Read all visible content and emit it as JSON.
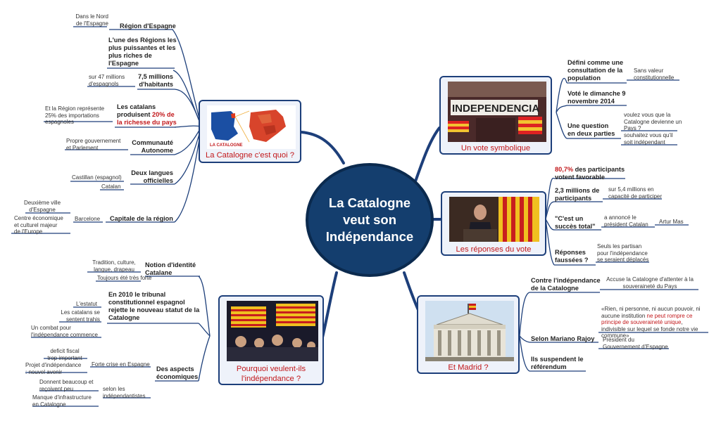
{
  "central": {
    "title": "La Catalogne\nveut son\nIndépendance"
  },
  "catalogne": {
    "caption": "La Catalogne c'est quoi ?",
    "map_label": "LA CATALOGNE",
    "region": "Région d'Espagne",
    "region_detail": "Dans le Nord\nde l'Espagne",
    "puissante": "L'une des Régions les\nplus puissantes et les\nplus riches de\nl'Espagne",
    "habitants": "7,5 millions\nd'habitants",
    "habitants_detail": "sur 47 millions\nd'espagnols",
    "richesse_a": "Les catalans\nproduisent ",
    "richesse_b": "20% de\nla richesse du pays",
    "richesse_detail": "Et la Région représente\n25% des importations\nespagnoles",
    "communaute": "Communauté\nAutonome",
    "communaute_detail": "Propre gouvernement\net Parlement",
    "langues": "Deux langues\nofficielles",
    "langue1": "Castillan (espagnol)",
    "langue2": "Catalan",
    "capitale": "Capitale de la région",
    "barcelone": "Barcelone",
    "barcelone_1": "Deuxième ville\nd'Espagne",
    "barcelone_2": "Centre économique\net culturel majeur\nde l'Europe"
  },
  "pourquoi": {
    "caption": "Pourquoi veulent-ils\nl'indépendance ?",
    "identite": "Notion d'identité\nCatalane",
    "identite_1": "Tradition, culture,\nlangue, drapeau",
    "identite_2": "Toujours été très forte",
    "tribunal": "En 2010  le tribunal\nconstitutionnel espagnol\nrejette le nouveau statut de la\nCatalogne",
    "tribunal_1": "L'estatut",
    "tribunal_2": "Les catalans se\nsentent trahis",
    "tribunal_3": "Un combat pour\nl'indépendance commence",
    "eco": "Des aspects\néconomiques",
    "eco_1": "Forte crise en Espagne",
    "eco_1a": "deficit fiscal\ntrop important",
    "eco_1b": "Projet d'indépendance\n: nouvel avenir",
    "eco_2": "selon les\nindépendantistes",
    "eco_2a": "Donnent beaucoup et\nreçoivent peu",
    "eco_2b": "Manque d'infrastructure\nen Catalogne"
  },
  "vote": {
    "caption": "Un vote symbolique",
    "banner": "INDEPENDENCIA",
    "defini": "Défini comme une\nconsultation de la\npopulation",
    "defini_detail": "Sans valeur\nconstitutionnelle",
    "date": "Voté le dimanche 9\nnovembre 2014",
    "question": "Une question\nen deux parties",
    "q1": "voulez vous que la\nCatalogne devienne un\nPays ?",
    "q2": "souhaitez vous qu'il\nsoit indépendant"
  },
  "reponses": {
    "caption": "Les réponses du vote",
    "pct_a": "80,7%",
    "pct_b": "  des participants\nvotent favorable",
    "participants": "2,3 millions de\nparticipants",
    "participants_detail": "sur 5,4 millions en\ncapacité de participer",
    "succes": "\"C'est un\nsuccès total\"",
    "succes_detail": "a annoncé le\nprésident Catalan",
    "artur": "Artur Mas",
    "faussees": "Réponses\nfaussées ?",
    "faussees_detail": "Seuls les partisan\npour l'indépendance\nse seraient déplacés"
  },
  "madrid": {
    "caption": "Et Madrid ?",
    "contre": "Contre l'indépendance\nde la Catalogne",
    "contre_detail": "Accuse la Catalogne d'attenter à la\nsouveraineté du Pays",
    "rajoy": "Selon Mariano Rajoy",
    "quote_a": "«Rien, ni personne, ni aucun pouvoir, ni\naucune institution ",
    "quote_b": "ne peut rompre ce\nprincipe de souveraineté unique",
    "quote_c": ",\nindivisible sur lequel se fonde notre vie\ncommune»",
    "president": "Président du\nGouvernement d'Espagne",
    "referendum": "Ils suspendent le\nréférendum"
  },
  "colors": {
    "central": "#143e6e",
    "accent_red": "#c2181b",
    "card_border": "#1d3f7a",
    "line": "#1d3f7a"
  }
}
